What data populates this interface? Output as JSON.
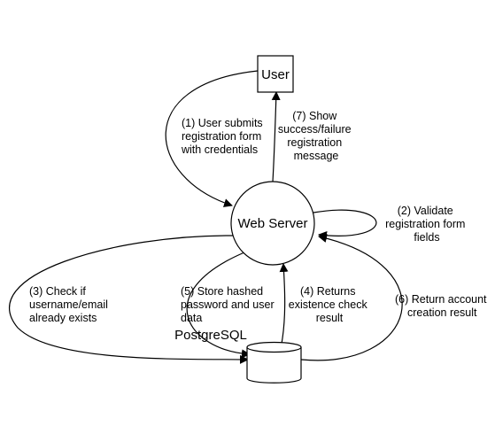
{
  "nodes": {
    "user": {
      "label": "User"
    },
    "web_server": {
      "label": "Web Server"
    },
    "database": {
      "label": "PostgreSQL"
    }
  },
  "edges": {
    "e1": {
      "lines": [
        "(1) User submits",
        "registration form",
        "with credentials"
      ]
    },
    "e2": {
      "lines": [
        "(2) Validate",
        "registration form",
        "fields"
      ]
    },
    "e3": {
      "lines": [
        "(3) Check if",
        "username/email",
        "already exists"
      ]
    },
    "e4": {
      "lines": [
        "(4) Returns",
        "existence check",
        "result"
      ]
    },
    "e5": {
      "lines": [
        "(5) Store hashed",
        "password and user",
        "data"
      ]
    },
    "e6": {
      "lines": [
        "(6) Return account",
        "creation result"
      ]
    },
    "e7": {
      "lines": [
        "(7) Show",
        "success/failure",
        "registration",
        "message"
      ]
    }
  }
}
